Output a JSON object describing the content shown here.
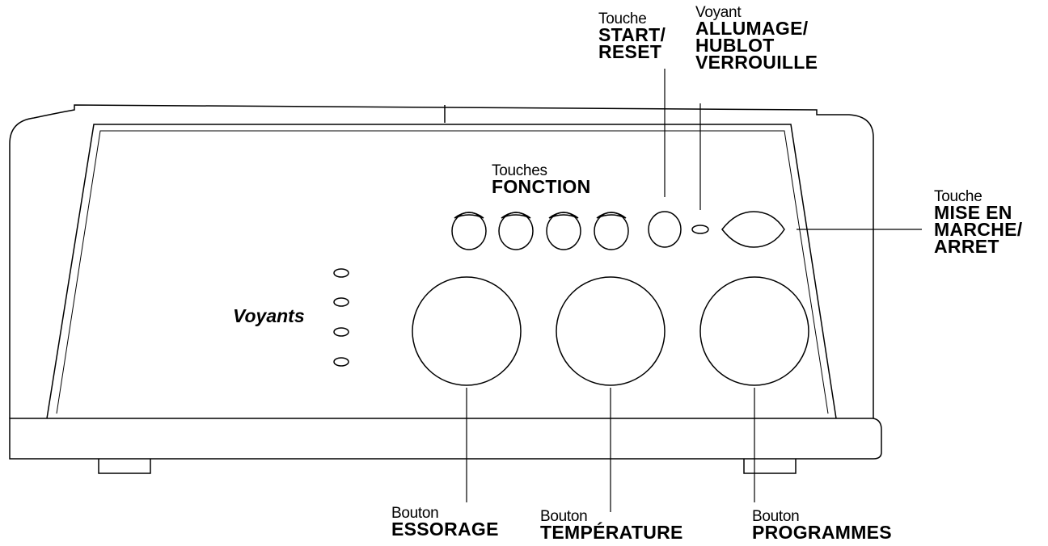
{
  "labels": {
    "start_reset": {
      "small": "Touche",
      "big": [
        "START/",
        "RESET"
      ]
    },
    "allumage": {
      "small": "Voyant",
      "big": [
        "ALLUMAGE/",
        "HUBLOT",
        "VERROUILLE"
      ]
    },
    "fonction": {
      "small": "Touches",
      "big": [
        "FONCTION"
      ]
    },
    "mise_en_marche": {
      "small": "Touche",
      "big": [
        "MISE EN",
        "MARCHE/",
        "ARRET"
      ]
    },
    "voyants": {
      "big": "Voyants"
    },
    "essorage": {
      "small": "Bouton",
      "big": "ESSORAGE"
    },
    "temperature": {
      "small": "Bouton",
      "big": "TEMPÉRATURE"
    },
    "programmes": {
      "small": "Bouton",
      "big": "PROGRAMMES"
    }
  }
}
